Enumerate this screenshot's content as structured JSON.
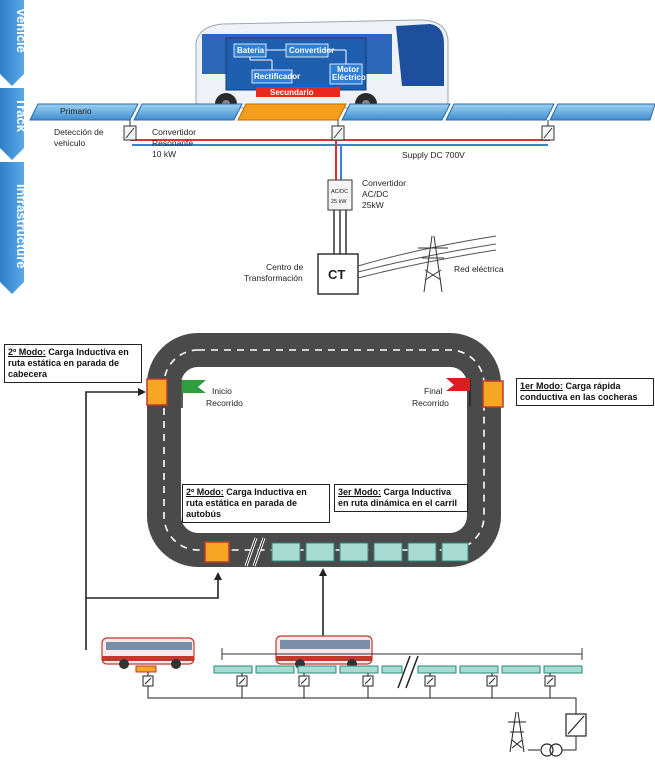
{
  "side_tabs": [
    "Vehicle",
    "Track",
    "Infrastructure"
  ],
  "bus_components": {
    "bateria": "Bateria",
    "convertidor": "Convertidor",
    "rectificador": "Rectificador",
    "motor_line1": "Motor",
    "motor_line2": "Eléctrico",
    "secundario": "Secundario"
  },
  "track_labels": {
    "primario": "Primario",
    "deteccion_line1": "Detección de",
    "deteccion_line2": "vehiculo",
    "conv_res_line1": "Convertidor",
    "conv_res_line2": "Resonante",
    "conv_res_line3": "10 kW",
    "supply": "Supply DC 700V"
  },
  "infrastructure": {
    "acdc_line1": "Convertidor",
    "acdc_line2": "AC/DC",
    "acdc_line3": "25kW",
    "acdc_box1": "AC/DC",
    "acdc_box2": "25 kW",
    "ct": "CT",
    "centro_line1": "Centro de",
    "centro_line2": "Transformación",
    "red": "Red eléctrica"
  },
  "circuit": {
    "inicio_line1": "Inicio",
    "inicio_line2": "Recorrido",
    "final_line1": "Final",
    "final_line2": "Recorrido"
  },
  "modes": {
    "mode2_top": {
      "prefix": "2º Modo:",
      "text": " Carga Inductiva en ruta estática en parada de cabecera"
    },
    "mode1": {
      "prefix": "1er Modo:",
      "text": " Carga rápida conductiva en las cocheras"
    },
    "mode2_bus": {
      "prefix": "2º Modo:",
      "text": " Carga Inductiva en ruta estática en parada de autobús"
    },
    "mode3": {
      "prefix": "3er Modo:",
      "text": " Carga Inductiva en ruta dinámica en el carril"
    }
  },
  "colors": {
    "tab_blue": "#3a8fd6",
    "road": "#4a4a4a",
    "pad_orange": "#f5a623",
    "pad_green": "#a8dcd3",
    "flag_green": "#2e9e3e",
    "flag_red": "#d62020",
    "bus_red": "#c0392b",
    "dc_red": "#e03030",
    "dc_blue": "#3b7fd0"
  }
}
